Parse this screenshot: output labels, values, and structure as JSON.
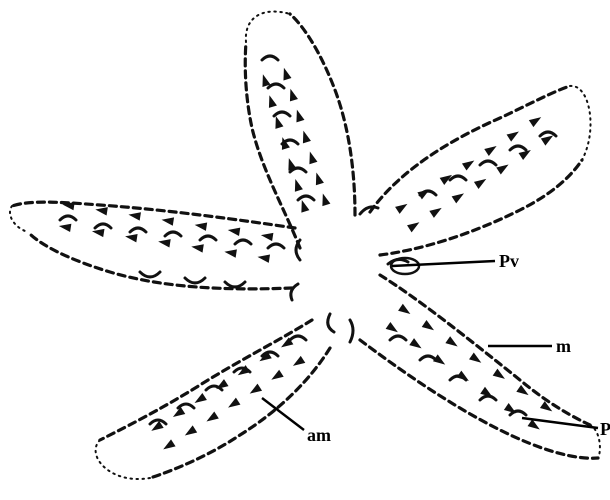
{
  "figure": {
    "labels": {
      "pv": "Pv",
      "m": "m",
      "p": "P",
      "am": "am"
    }
  }
}
